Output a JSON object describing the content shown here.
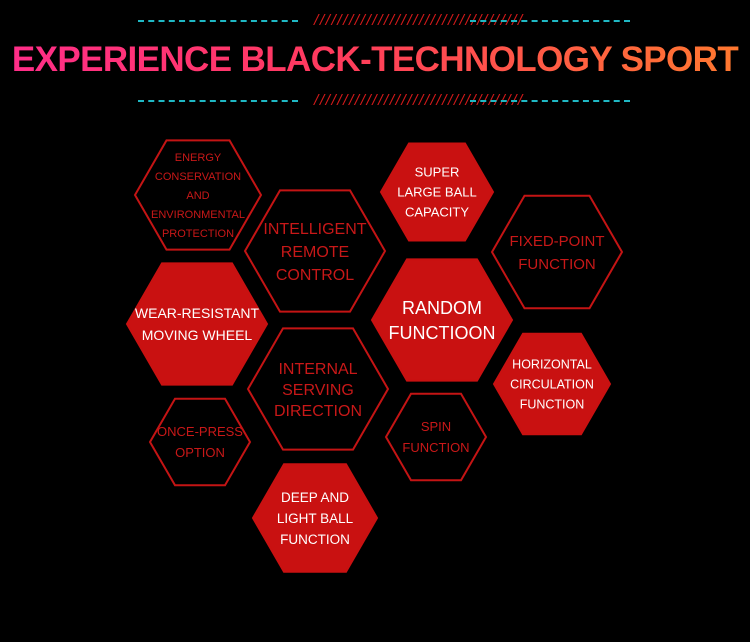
{
  "header": {
    "title": "EXPERIENCE BLACK-TECHNOLOGY SPORT",
    "slash_decoration": "////////////////////////////////////"
  },
  "colors": {
    "accent_red": "#c91111",
    "deco_cyan": "#1fb8c4",
    "title_gradient_start": "#ff2d8a",
    "title_gradient_end": "#ff7a2e"
  },
  "features": [
    {
      "id": "energy",
      "style": "outline",
      "lines": [
        "ENERGY",
        "CONSERVATION",
        "AND",
        "ENVIRONMENTAL",
        "PROTECTION"
      ]
    },
    {
      "id": "intelligent",
      "style": "outline",
      "lines": [
        "INTELLIGENT",
        "REMOTE",
        "CONTROL"
      ]
    },
    {
      "id": "super",
      "style": "filled",
      "lines": [
        "SUPER",
        "LARGE BALL",
        "CAPACITY"
      ]
    },
    {
      "id": "fixed",
      "style": "outline",
      "lines": [
        "FIXED-POINT",
        "FUNCTION"
      ]
    },
    {
      "id": "wear",
      "style": "filled",
      "lines": [
        "WEAR-RESISTANT",
        "MOVING WHEEL"
      ]
    },
    {
      "id": "random",
      "style": "filled",
      "lines": [
        "RANDOM",
        "FUNCTIOON"
      ]
    },
    {
      "id": "internal",
      "style": "outline",
      "lines": [
        "INTERNAL",
        "SERVING",
        "DIRECTION"
      ]
    },
    {
      "id": "horizontal",
      "style": "filled",
      "lines": [
        "HORIZONTAL",
        "CIRCULATION",
        "FUNCTION"
      ]
    },
    {
      "id": "once",
      "style": "outline",
      "lines": [
        "ONCE-PRESS",
        "OPTION"
      ]
    },
    {
      "id": "spin",
      "style": "outline",
      "lines": [
        "SPIN",
        "FUNCTION"
      ]
    },
    {
      "id": "deep",
      "style": "filled",
      "lines": [
        "DEEP AND",
        "LIGHT BALL",
        "FUNCTION"
      ]
    }
  ]
}
